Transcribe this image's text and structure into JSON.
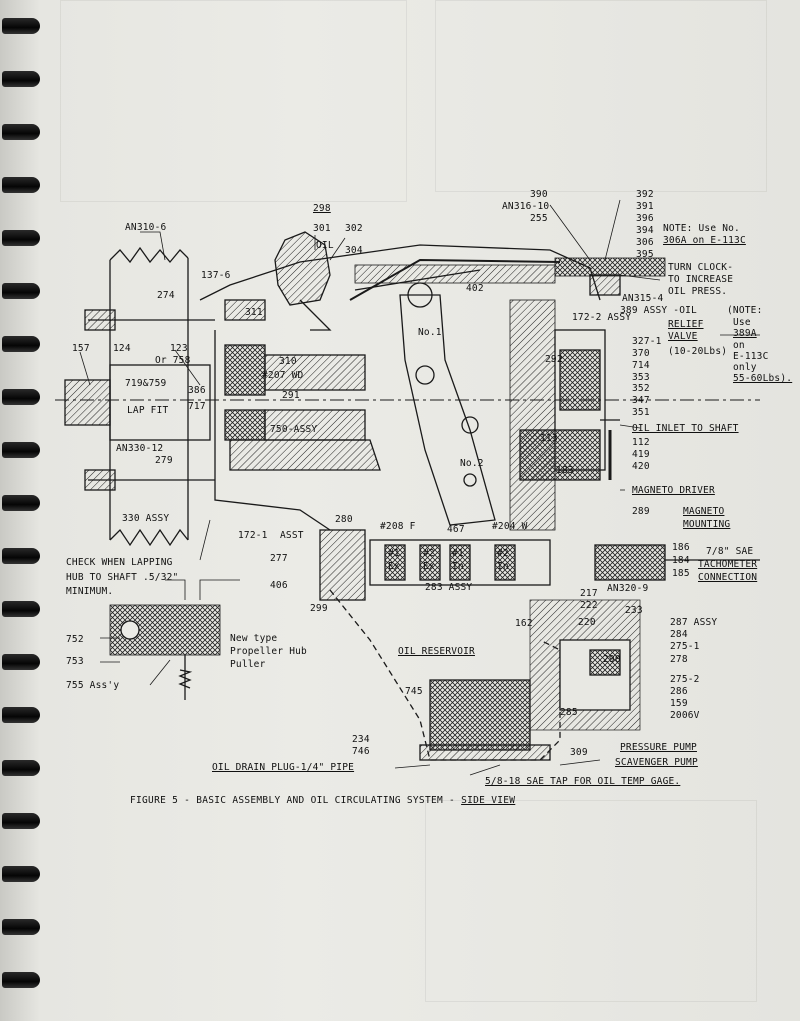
{
  "figure": {
    "caption_main": "FIGURE 5 - BASIC ASSEMBLY AND OIL CIRCULATING SYSTEM  -",
    "caption_view": "SIDE VIEW"
  },
  "labels": {
    "an310_6": "AN310-6",
    "p298": "298",
    "p301": "301",
    "oil_tag": "OIL",
    "p302": "302",
    "p304": "304",
    "p390": "390",
    "an316_10": "AN316-10",
    "p255": "255",
    "p392": "392",
    "p391": "391",
    "p396": "396",
    "p394": "394",
    "p306": "306",
    "p395": "395",
    "note1_a": "NOTE: Use No.",
    "note1_b": "306A on E-113C",
    "turn_a": "TURN CLOCK-",
    "turn_b": "TO INCREASE",
    "turn_c": "OIL PRESS.",
    "an315_4": "AN315-4",
    "p389": "389 ASSY -OIL",
    "relief": "RELIEF",
    "valve": "VALVE",
    "relief_lbs": "(10-20Lbs)",
    "note2_a": "(NOTE:",
    "note2_b": "Use",
    "note2_c": "389A",
    "note2_d": "on",
    "note2_e": "E-113C",
    "note2_f": "only",
    "note2_g": "55-60Lbs).",
    "p137_6": "137-6",
    "p274": "274",
    "p402": "402",
    "p311": "311",
    "p172_2": "172-2 ASSY",
    "p157": "157",
    "p124": "124",
    "p123": "123",
    "or758": "Or 758",
    "p310": "310",
    "p207": "#207 WD",
    "no1": "No.1",
    "p292": "292",
    "p327_1": "327-1",
    "p370": "370",
    "p714": "714",
    "p353": "353",
    "p352": "352",
    "p347": "347",
    "p351": "351",
    "p719": "719&759",
    "p386": "386",
    "p291": "291",
    "lapfit": "LAP FIT",
    "p717": "717",
    "p750": "750-ASSY",
    "oil_inlet": "OIL INLET TO SHAFT",
    "an330_12": "AN330-12",
    "p279": "279",
    "p113": "113",
    "p112": "112",
    "p419": "419",
    "p420": "420",
    "p183": "183",
    "no2": "No.2",
    "magneto_driver": "MAGNETO DRIVER",
    "p330": "330 ASSY",
    "p289": "289",
    "magneto": "MAGNETO",
    "mounting": "MOUNTING",
    "p172_1": "172-1",
    "assy": "ASST",
    "p280": "280",
    "p208f": "#208 F",
    "p467": "467",
    "p204w": "#204 W",
    "p186": "186",
    "sae78": "7/8\" SAE",
    "p184": "184",
    "tach": "TACHOMETER",
    "p185": "185",
    "conn": "CONNECTION",
    "check_a": "CHECK WHEN LAPPING",
    "check_b": "HUB TO SHAFT .5/32\"",
    "check_c": "MINIMUM.",
    "p277": "277",
    "p406": "406",
    "p283": "283 ASSY",
    "an320_9": "AN320-9",
    "p217": "217",
    "p222": "222",
    "p299": "299",
    "p233": "233",
    "p287": "287 ASSY",
    "p284": "284",
    "p752": "752",
    "newtype": "New type",
    "propeller": "Propeller Hub",
    "puller": "Puller",
    "p753": "753",
    "p755": "755 Ass'y",
    "p162": "162",
    "p220": "220",
    "p275_1": "275-1",
    "p278": "278",
    "p290": "290",
    "oil_res": "OIL RESERVOIR",
    "p275_2": "275-2",
    "p286": "286",
    "p159": "159",
    "p2006v": "2006V",
    "p745": "745",
    "p285": "285",
    "p234": "234",
    "p746": "746",
    "p309": "309",
    "pressure": "PRESSURE PUMP",
    "scavenger": "SCAVENGER PUMP",
    "drain": "OIL  DRAIN  PLUG-1/4\" PIPE",
    "tap": "5/8-18 SAE TAP FOR OIL TEMP GAGE.",
    "g1": "#1",
    "g1e": "Ex",
    "g2": "#2",
    "g2e": "Ex",
    "g3": "#1",
    "g3e": "In",
    "g4": "#2",
    "g4e": "In"
  },
  "colors": {
    "ink": "#111111",
    "paper": "#ebebe6",
    "binding": "#0a0a0a"
  }
}
